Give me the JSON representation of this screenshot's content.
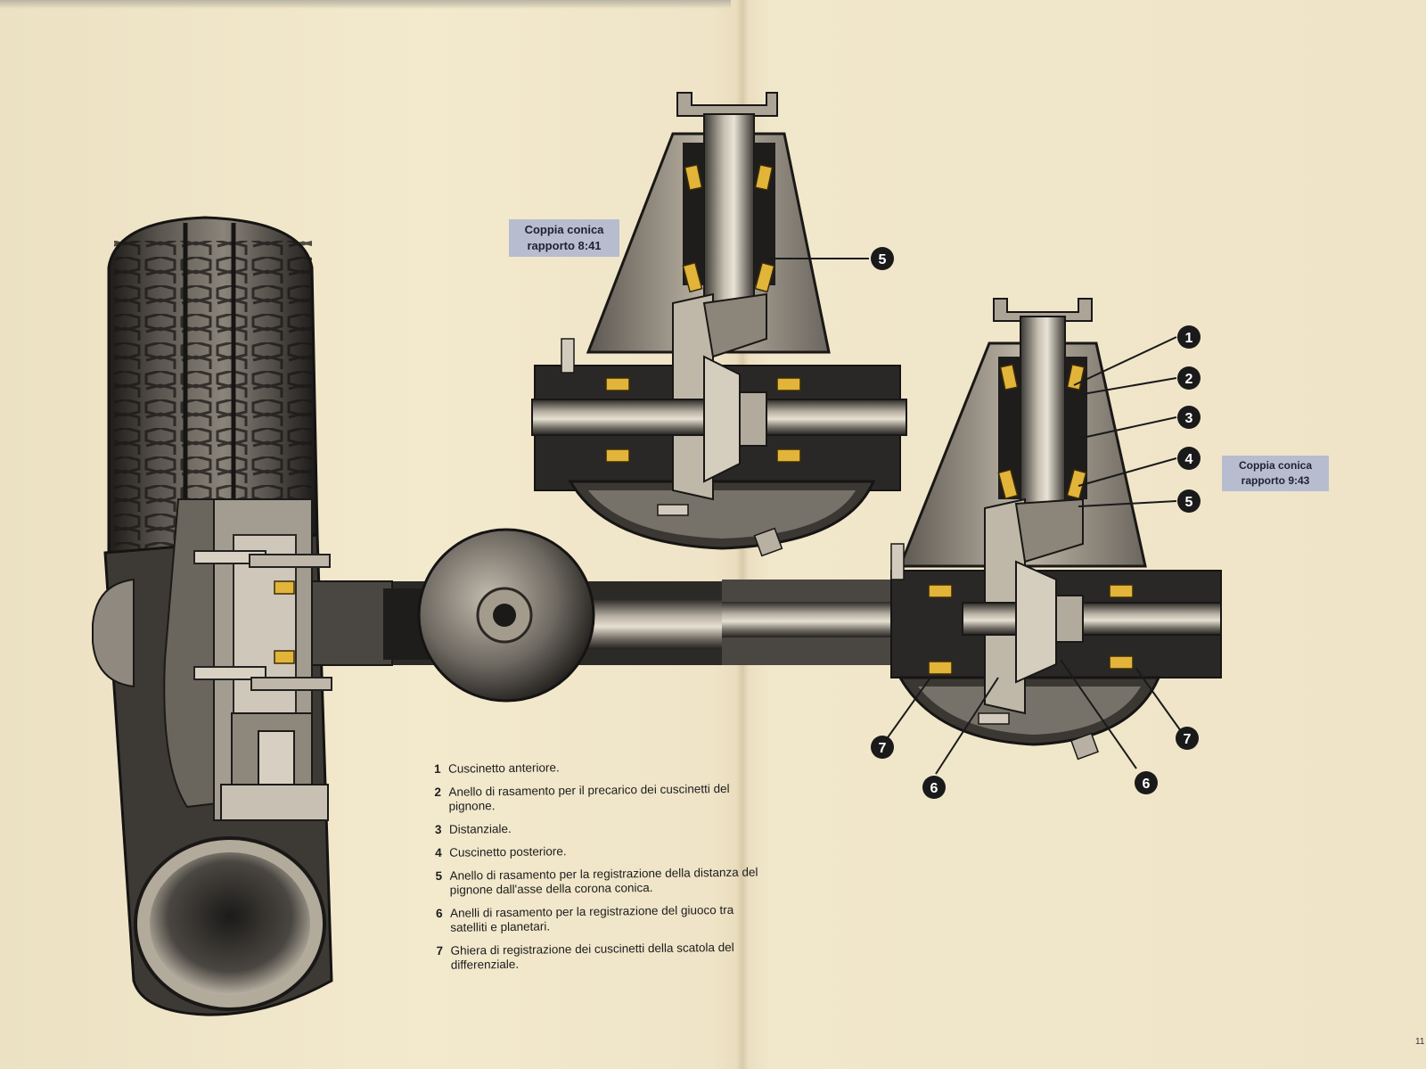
{
  "captions": {
    "left": {
      "line1": "Coppia conica",
      "line2": "rapporto 8:41"
    },
    "right": {
      "line1": "Coppia conica",
      "line2": "rapporto 9:43"
    }
  },
  "callouts": {
    "c1": "1",
    "c2": "2",
    "c3": "3",
    "c4": "4",
    "c5": "5",
    "c5_top": "5",
    "c6_left": "6",
    "c6_right": "6",
    "c7_left": "7",
    "c7_right": "7"
  },
  "legend": [
    {
      "num": "1",
      "text": "Cuscinetto anteriore."
    },
    {
      "num": "2",
      "text": "Anello di rasamento per il precarico dei cuscinetti del pignone."
    },
    {
      "num": "3",
      "text": "Distanziale."
    },
    {
      "num": "4",
      "text": "Cuscinetto posteriore."
    },
    {
      "num": "5",
      "text": "Anello di rasamento per la registrazione della distanza del pignone dall'asse della corona conica."
    },
    {
      "num": "6",
      "text": "Anelli di rasamento per la registrazione del giuoco tra satelliti e planetari."
    },
    {
      "num": "7",
      "text": "Ghiera di registrazione dei cuscinetti della scatola del differenziale."
    }
  ],
  "page_number": "11",
  "colors": {
    "paper": "#efe4c6",
    "caption_bg": "#b7bccf",
    "bearing_yellow": "#e2b43a",
    "metal_dark": "#2a2826",
    "metal_mid": "#7c776e",
    "metal_light": "#c9c2b4",
    "callout_bg": "#1a1a1a"
  }
}
